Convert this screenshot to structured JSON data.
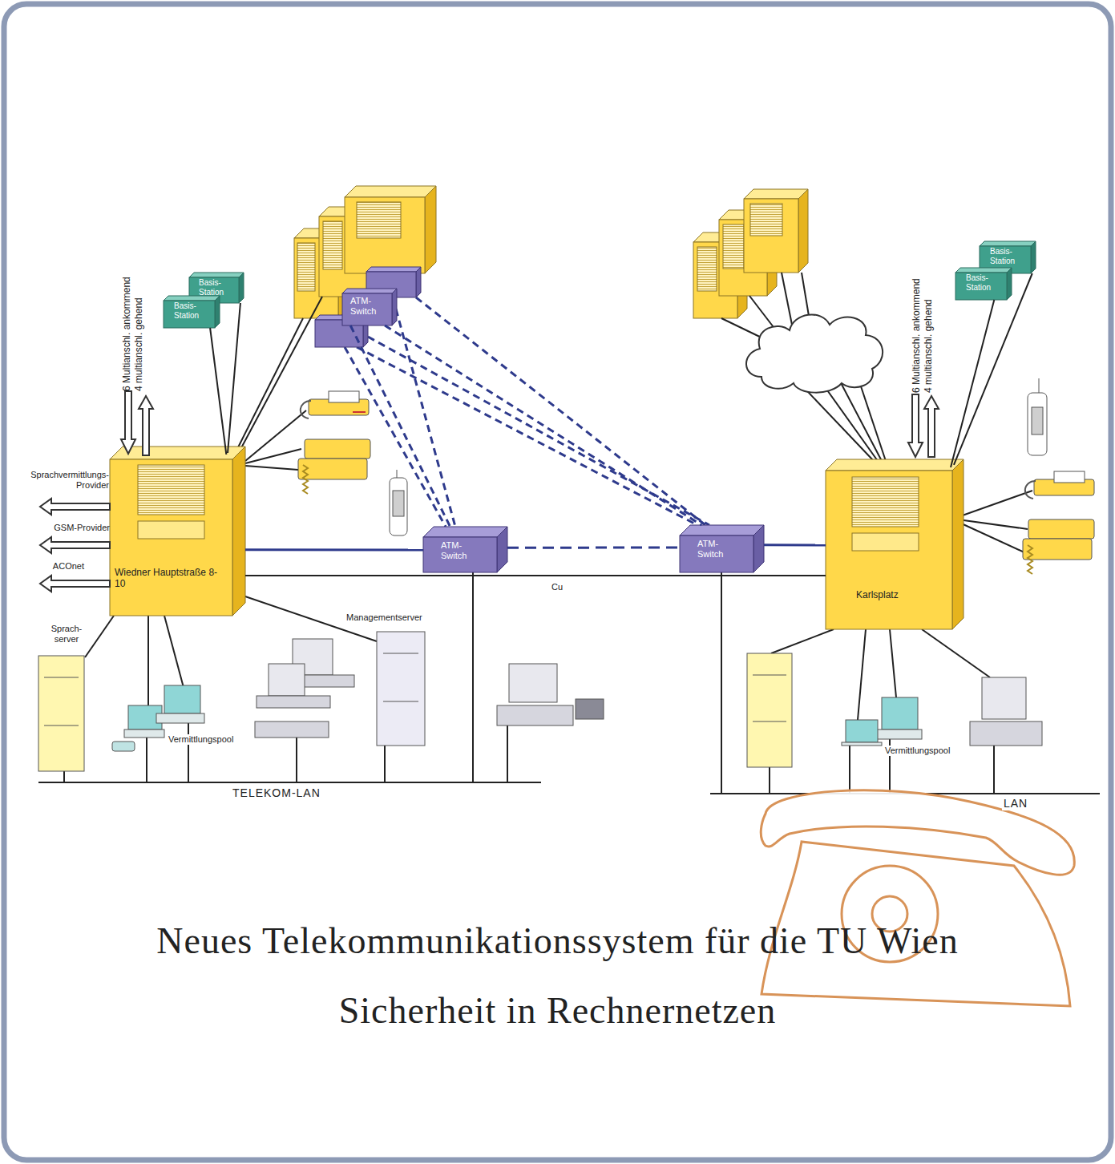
{
  "diagram": {
    "title": "Neues Telekommunikationssystem für die TU Wien",
    "caption": "Sicherheit in Rechnernetzen",
    "nodes": [
      {
        "text": [
          "ATM-Switch"
        ]
      },
      {
        "text": [
          "Basis-Station"
        ]
      },
      {
        "text": [
          "Basis-Station"
        ]
      },
      {
        "text": [
          "Basis-Station"
        ]
      },
      {
        "text": [
          "Basis-Station"
        ]
      },
      {
        "text": [
          "Wiedner Hauptstraße 8-10"
        ]
      },
      {
        "text": [
          "ATM-Switch"
        ]
      },
      {
        "text": [
          "ATM-Switch"
        ]
      },
      {
        "text": [
          "Karlsplatz"
        ]
      }
    ],
    "edges": [
      {
        "from": 1,
        "to": 5,
        "arrow": "none"
      },
      {
        "from": 2,
        "to": 5,
        "arrow": "none"
      },
      {
        "from": 3,
        "to": 8,
        "arrow": "none"
      },
      {
        "from": 4,
        "to": 8,
        "arrow": "none"
      },
      {
        "from": 0,
        "to": 6,
        "arrow": "none"
      },
      {
        "from": 0,
        "to": 7,
        "arrow": "none"
      },
      {
        "from": 5,
        "to": 6,
        "arrow": "none"
      },
      {
        "from": 6,
        "to": 7,
        "arrow": "none"
      },
      {
        "from": 7,
        "to": 8,
        "arrow": "none"
      },
      {
        "from": 5,
        "to": 8,
        "label": "Cu",
        "arrow": "none"
      }
    ],
    "labels": [
      "6 Multianschl. ankommend",
      "4 multianschl. gehend",
      "Sprachvermittlungs-Provider",
      "GSM-Provider",
      "ACOnet",
      "Sprach-server",
      "Vermittlungspool",
      "Managementserver",
      "TELEKOM-LAN",
      "6 Multianschl. ankommend",
      "4 multianschl. gehend",
      "Vermittlungspool",
      "LAN"
    ]
  }
}
